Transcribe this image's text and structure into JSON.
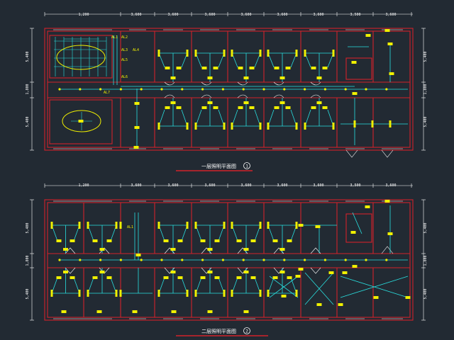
{
  "colors": {
    "background": "#222a33",
    "wall": "#d2222a",
    "wire": "#29e0e0",
    "fixture": "#f0f000",
    "dimension": "#ffffff",
    "title_underline": "#d2222a"
  },
  "plans": [
    {
      "title": "一层照明平面图",
      "scale_mark": "1",
      "top_dimensions": [
        "1,200",
        "3,600",
        "3,600",
        "3,600",
        "3,600",
        "3,600",
        "3,600",
        "3,500",
        "3,600"
      ],
      "side_dimensions": [
        "5,400",
        "1,800",
        "5,400"
      ],
      "panel_labels": [
        "AL1",
        "AL2",
        "AL3",
        "AL4",
        "AL5",
        "AL6",
        "AL7"
      ]
    },
    {
      "title": "二层照明平面图",
      "scale_mark": "2",
      "top_dimensions": [
        "1,200",
        "3,600",
        "3,600",
        "3,600",
        "3,600",
        "3,600",
        "3,600",
        "3,500",
        "3,600"
      ],
      "side_dimensions": [
        "5,400",
        "1,800",
        "5,400"
      ],
      "panel_labels": [
        "AL1"
      ]
    }
  ]
}
